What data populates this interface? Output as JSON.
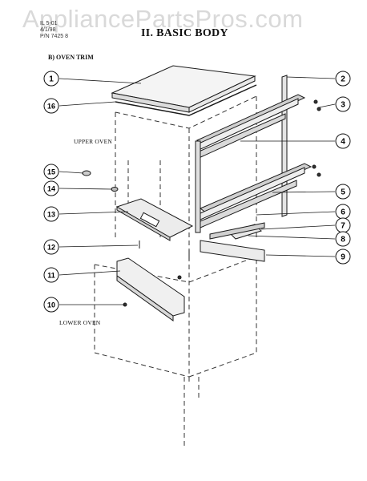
{
  "watermark": "AppliancePartsPros.com",
  "doc_ref": [
    "IL 5-01",
    "4/1/98",
    "P/N 7425 8"
  ],
  "title": "II. BASIC BODY",
  "subtitle": "B) OVEN TRIM",
  "labels": {
    "upper_oven": "UPPER OVEN",
    "lower_oven": "LOWER OVEN"
  },
  "callouts": [
    "1",
    "2",
    "3",
    "4",
    "5",
    "6",
    "7",
    "8",
    "9",
    "10",
    "11",
    "12",
    "13",
    "14",
    "15",
    "16"
  ]
}
